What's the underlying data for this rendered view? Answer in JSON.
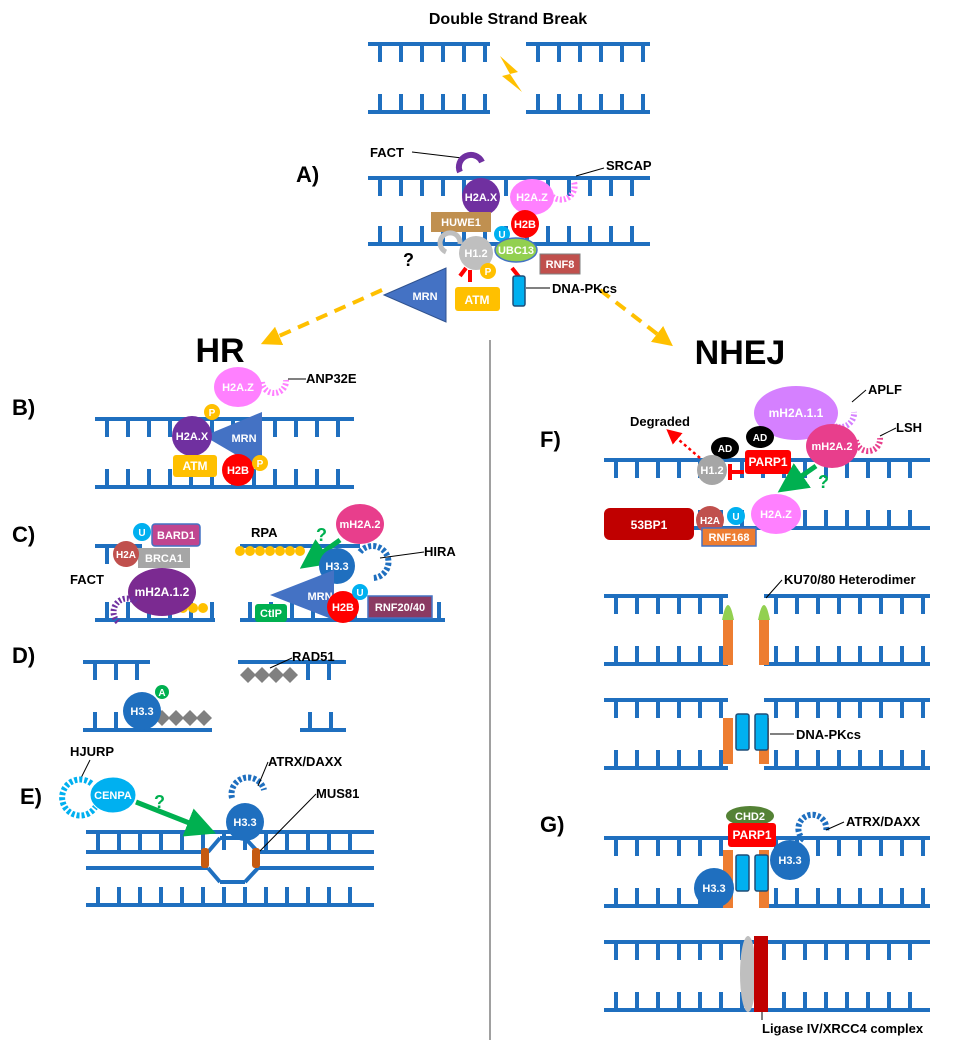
{
  "title": "Double Strand Break",
  "pathways": {
    "hr": "HR",
    "nhej": "NHEJ"
  },
  "panels": {
    "a": "A)",
    "b": "B)",
    "c": "C)",
    "d": "D)",
    "e": "E)",
    "f": "F)",
    "g": "G)"
  },
  "panel_a": {
    "fact": "FACT",
    "srcap": "SRCAP",
    "h2ax": "H2A.X",
    "h2az": "H2A.Z",
    "huwe1": "HUWE1",
    "h2b": "H2B",
    "u": "U",
    "h12": "H1.2",
    "ubc13": "UBC13",
    "rnf8": "RNF8",
    "q": "?",
    "p": "P",
    "mrn": "MRN",
    "atm": "ATM",
    "dnapkcs": "DNA-PKcs"
  },
  "panel_b": {
    "h2az": "H2A.Z",
    "anp32e": "ANP32E",
    "p": "P",
    "h2ax": "H2A.X",
    "mrn": "MRN",
    "atm": "ATM",
    "h2b": "H2B"
  },
  "panel_c": {
    "u": "U",
    "bard1": "BARD1",
    "h2a": "H2A",
    "brca1": "BRCA1",
    "mh2a12": "mH2A.1.2",
    "fact": "FACT",
    "rpa": "RPA",
    "q": "?",
    "mh2a2": "mH2A.2",
    "h33": "H3.3",
    "hira": "HIRA",
    "mrn": "MRN",
    "ctip": "CtIP",
    "h2b": "H2B",
    "rnf2040": "RNF20/40"
  },
  "panel_d": {
    "rad51": "RAD51",
    "h33": "H3.3",
    "a": "A"
  },
  "panel_e": {
    "hjurp": "HJURP",
    "cenpa": "CENPA",
    "q": "?",
    "atrx": "ATRX/DAXX",
    "mus81": "MUS81",
    "h33": "H3.3"
  },
  "panel_f": {
    "degraded": "Degraded",
    "ad": "AD",
    "h12": "H1.2",
    "parp1": "PARP1",
    "mh2a11": "mH2A.1.1",
    "aplf": "APLF",
    "mh2a2": "mH2A.2",
    "lsh": "LSH",
    "q": "?",
    "bp53": "53BP1",
    "h2a": "H2A",
    "u": "U",
    "rnf168": "RNF168",
    "h2az": "H2A.Z",
    "ku": "KU70/80 Heterodimer",
    "dnapkcs": "DNA-PKcs"
  },
  "panel_g": {
    "chd2": "CHD2",
    "parp1": "PARP1",
    "atrx": "ATRX/DAXX",
    "h33": "H3.3",
    "ligase": "Ligase IV/XRCC4 complex"
  },
  "colors": {
    "dna": "#1f6fbf",
    "purple": "#7030a0",
    "pink": "#ff80ff",
    "magenta": "#e83e8c",
    "red": "#ff0000",
    "gold": "#ffc000",
    "blue": "#4472c4",
    "green": "#00b050",
    "lightblue": "#00b0f0",
    "brown": "#c09050",
    "gray": "#a6a6a6",
    "darkred": "#c00000"
  }
}
